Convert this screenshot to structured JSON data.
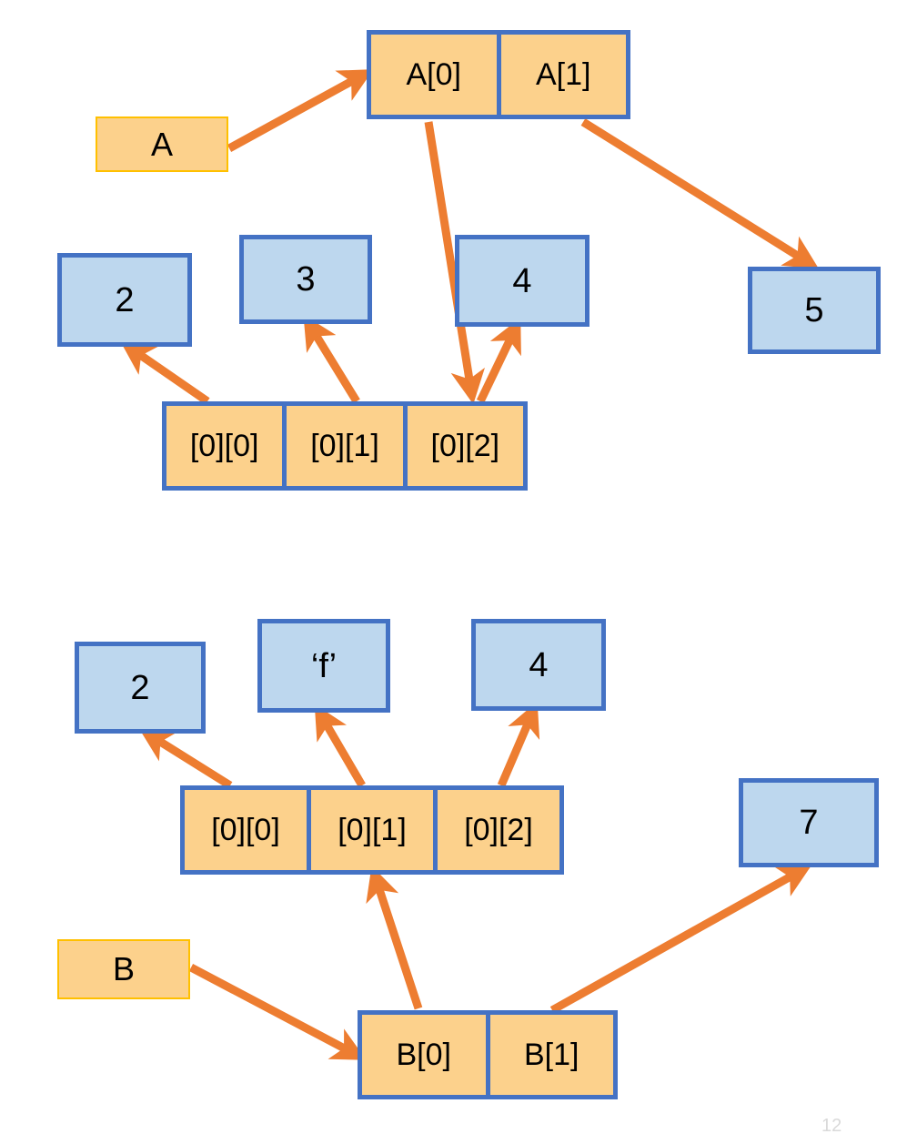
{
  "slide": {
    "page_number": "12",
    "colors": {
      "array_border": "#4472C4",
      "array_cell_fill": "#FCD18C",
      "value_box_fill": "#BDD7EE",
      "value_box_border": "#4472C4",
      "pointer_box_fill": "#FCD18C",
      "pointer_box_border": "#FFC000",
      "arrow": "#ED7D31"
    }
  },
  "diagram_a": {
    "pointer_label": "A",
    "top_array": {
      "cells": [
        {
          "label": "A[0]"
        },
        {
          "label": "A[1]"
        }
      ]
    },
    "values": [
      {
        "label": "2"
      },
      {
        "label": "3"
      },
      {
        "label": "4"
      },
      {
        "label": "5"
      }
    ],
    "row_array": {
      "cells": [
        {
          "label": "[0][0]"
        },
        {
          "label": "[0][1]"
        },
        {
          "label": "[0][2]"
        }
      ]
    }
  },
  "diagram_b": {
    "pointer_label": "B",
    "bottom_array": {
      "cells": [
        {
          "label": "B[0]"
        },
        {
          "label": "B[1]"
        }
      ]
    },
    "values": [
      {
        "label": "2"
      },
      {
        "label": "‘f’"
      },
      {
        "label": "4"
      },
      {
        "label": "7"
      }
    ],
    "row_array": {
      "cells": [
        {
          "label": "[0][0]"
        },
        {
          "label": "[0][1]"
        },
        {
          "label": "[0][2]"
        }
      ]
    }
  }
}
